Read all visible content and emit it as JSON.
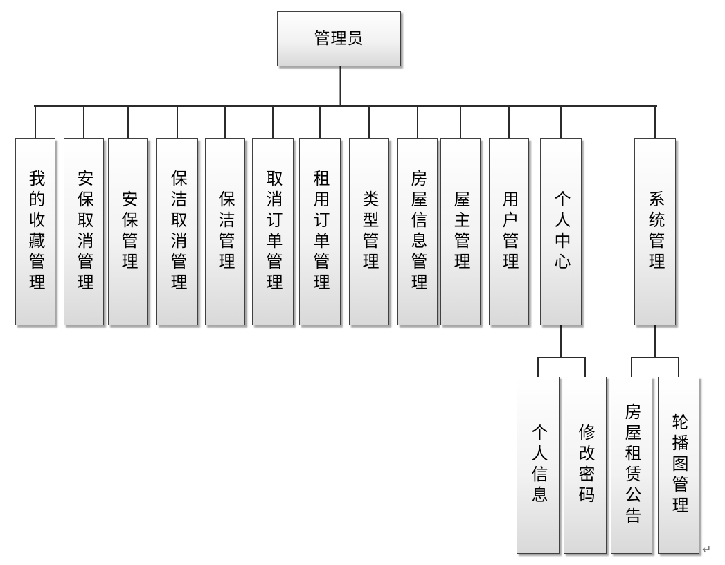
{
  "root": {
    "label": "管理员"
  },
  "modules": [
    {
      "id": "favorites",
      "label": "我的收藏管理"
    },
    {
      "id": "security-cancel",
      "label": "安保取消管理"
    },
    {
      "id": "security",
      "label": "安保管理"
    },
    {
      "id": "cleaning-cancel",
      "label": "保洁取消管理"
    },
    {
      "id": "cleaning",
      "label": "保洁管理"
    },
    {
      "id": "cancel-order",
      "label": "取消订单管理"
    },
    {
      "id": "rent-order",
      "label": "租用订单管理"
    },
    {
      "id": "type",
      "label": "类型管理"
    },
    {
      "id": "house-info",
      "label": "房屋信息管理"
    },
    {
      "id": "landlord",
      "label": "屋主管理"
    },
    {
      "id": "user",
      "label": "用户管理"
    },
    {
      "id": "personal-center",
      "label": "个人中心"
    },
    {
      "id": "system",
      "label": "系统管理"
    }
  ],
  "submodules": {
    "personal-center": [
      {
        "id": "personal-info",
        "label": "个人信息"
      },
      {
        "id": "change-password",
        "label": "修改密码"
      }
    ],
    "system": [
      {
        "id": "rental-notice",
        "label": "房屋租赁公告"
      },
      {
        "id": "carousel",
        "label": "轮播图管理"
      }
    ]
  },
  "marks": {
    "return": "↵"
  }
}
